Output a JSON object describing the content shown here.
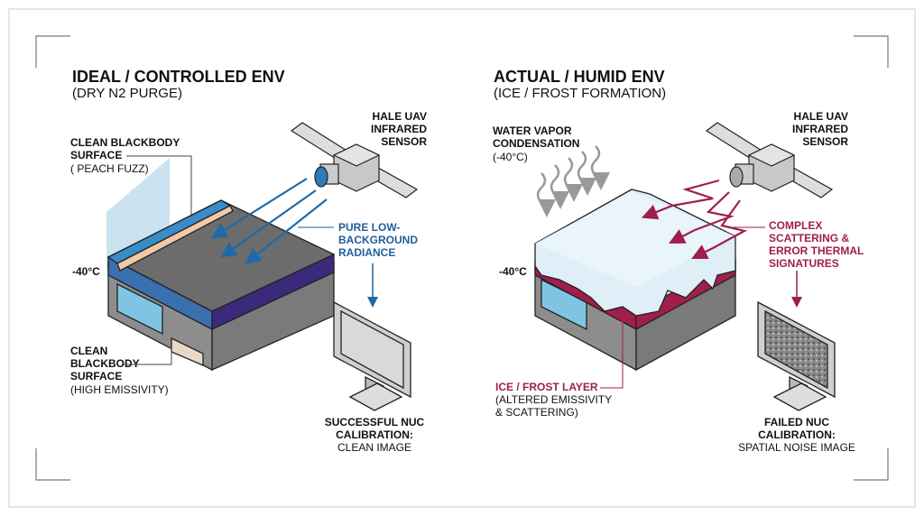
{
  "left_panel": {
    "title": "IDEAL / CONTROLLED ENV",
    "subtitle": "(DRY N2 PURGE)",
    "sensor_label": [
      "HALE UAV",
      "INFRARED",
      "SENSOR"
    ],
    "top_surface_label": [
      "CLEAN BLACKBODY",
      "SURFACE",
      "( PEACH FUZZ)"
    ],
    "temperature": "-40°C",
    "radiance_label": [
      "PURE LOW-",
      "BACKGROUND",
      "RADIANCE"
    ],
    "bottom_surface_label": [
      "CLEAN",
      "BLACKBODY",
      "SURFACE",
      "(HIGH EMISSIVITY)"
    ],
    "result_label": [
      "SUCCESSFUL NUC",
      "CALIBRATION:",
      "CLEAN IMAGE"
    ]
  },
  "right_panel": {
    "title": "ACTUAL / HUMID ENV",
    "subtitle": "(ICE / FROST FORMATION)",
    "sensor_label": [
      "HALE UAV",
      "INFRARED",
      "SENSOR"
    ],
    "vapor_label": [
      "WATER VAPOR",
      "CONDENSATION",
      "(-40°C)"
    ],
    "temperature": "-40°C",
    "scatter_label": [
      "COMPLEX",
      "SCATTERING &",
      "ERROR THERMAL",
      "SIGNATURES"
    ],
    "ice_label": [
      "ICE / FROST LAYER",
      "(ALTERED EMISSIVITY",
      "& SCATTERING)"
    ],
    "result_label": [
      "FAILED NUC",
      "CALIBRATION:",
      "SPATIAL NOISE IMAGE"
    ]
  },
  "colors": {
    "blue": "#1f5f99",
    "red": "#a01e4c",
    "purple": "#3b2a7a",
    "gray": "#6e6e6e"
  }
}
